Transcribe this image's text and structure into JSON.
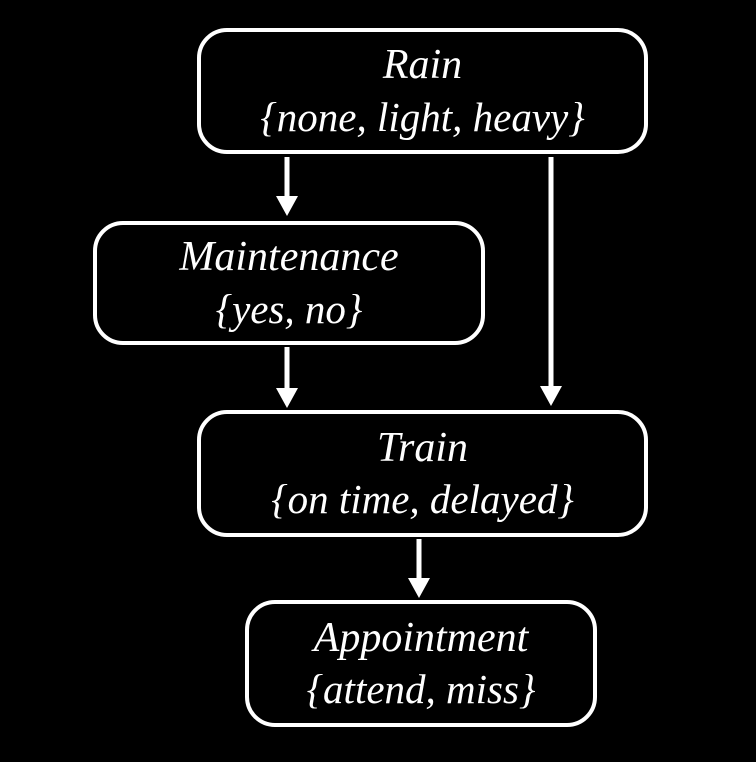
{
  "diagram": {
    "kind": "bayesian-network",
    "background_color": "#000000",
    "node_border_color": "#ffffff",
    "text_color": "#ffffff",
    "nodes": [
      {
        "id": "rain",
        "label": "Rain",
        "values": "{none, light, heavy}"
      },
      {
        "id": "maintenance",
        "label": "Maintenance",
        "values": "{yes, no}"
      },
      {
        "id": "train",
        "label": "Train",
        "values": "{on time, delayed}"
      },
      {
        "id": "appointment",
        "label": "Appointment",
        "values": "{attend, miss}"
      }
    ],
    "edges": [
      {
        "from": "rain",
        "to": "maintenance"
      },
      {
        "from": "rain",
        "to": "train"
      },
      {
        "from": "maintenance",
        "to": "train"
      },
      {
        "from": "train",
        "to": "appointment"
      }
    ]
  }
}
